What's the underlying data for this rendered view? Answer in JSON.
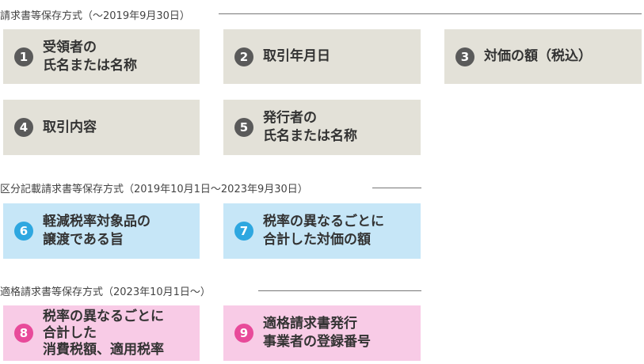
{
  "sections": [
    {
      "title": "請求書等保存方式（～2019年9月30日）"
    },
    {
      "title": "区分記載請求書等保存方式（2019年10月1日～2023年9月30日）"
    },
    {
      "title": "適格請求書等保存方式（2023年10月1日～）"
    }
  ],
  "items": [
    {
      "number": "1",
      "lines": [
        "受領者の",
        "氏名または名称"
      ],
      "color": "#e3e1d8"
    },
    {
      "number": "2",
      "lines": [
        "取引年月日"
      ],
      "color": "#e3e1d8"
    },
    {
      "number": "3",
      "lines": [
        "対価の額（税込）"
      ],
      "color": "#e3e1d8"
    },
    {
      "number": "4",
      "lines": [
        "取引内容"
      ],
      "color": "#e3e1d8"
    },
    {
      "number": "5",
      "lines": [
        "発行者の",
        "氏名または名称"
      ],
      "color": "#e3e1d8"
    },
    {
      "number": "6",
      "lines": [
        "軽減税率対象品の",
        "譲渡である旨"
      ],
      "color": "#c6e6f7"
    },
    {
      "number": "7",
      "lines": [
        "税率の異なるごとに",
        "合計した対価の額"
      ],
      "color": "#c6e6f7"
    },
    {
      "number": "8",
      "lines": [
        "税率の異なるごとに",
        "合計した",
        "消費税額、適用税率"
      ],
      "color": "#f8cbe6"
    },
    {
      "number": "9",
      "lines": [
        "適格請求書発行",
        "事業者の登録番号"
      ],
      "color": "#f8cbe6"
    }
  ],
  "colors": {
    "gray_box": "#e3e1d8",
    "blue_box": "#c6e6f7",
    "pink_box": "#f8cbe6",
    "gray_badge": "#5a5a5a",
    "blue_badge": "#2ea7e0",
    "pink_badge": "#e84a9a"
  }
}
